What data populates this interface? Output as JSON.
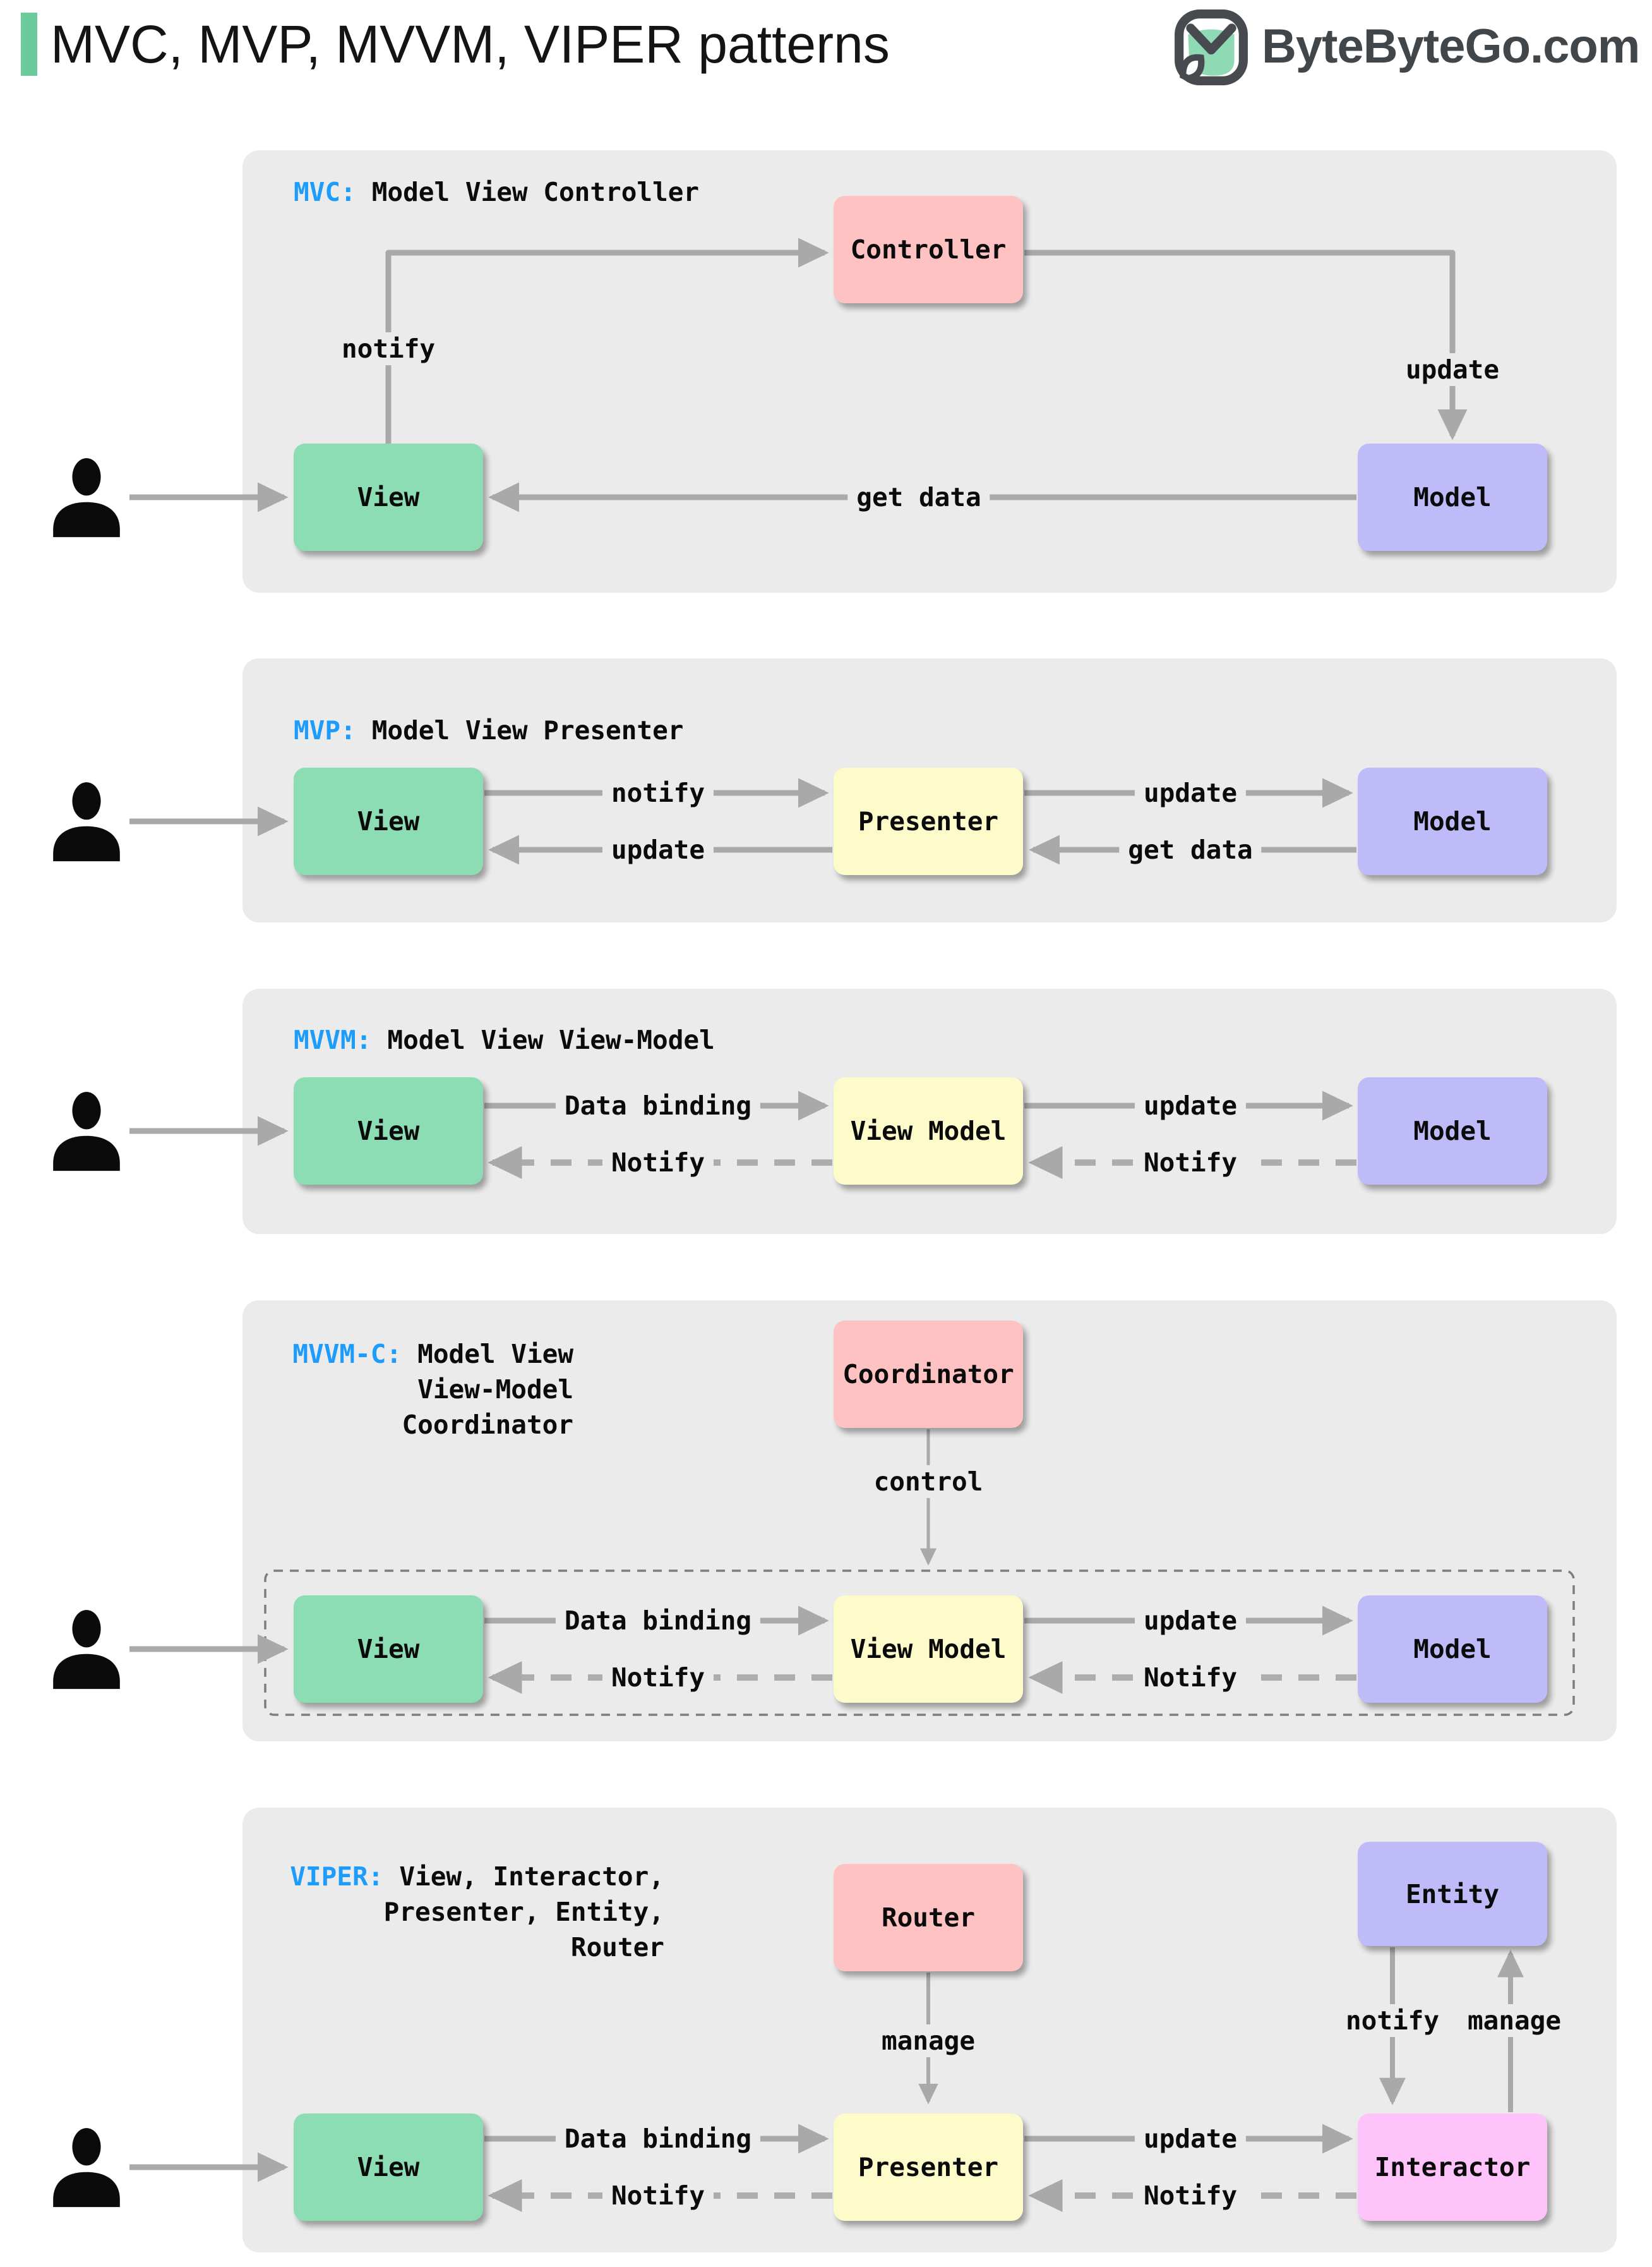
{
  "header": {
    "title": "MVC, MVP, MVVM, VIPER patterns",
    "brand": "ByteByteGo.com"
  },
  "colors": {
    "accent_green": "#6CCB9C",
    "panel_bg": "#EBEBEB",
    "box_green": "#8CDCB4",
    "box_pink": "#FFC2C2",
    "box_purple": "#BFBBF9",
    "box_yellow": "#FCFBC9",
    "box_magenta": "#FEC3F9",
    "arrow_gray": "#A9A9A9",
    "tag_blue": "#1E9CFB",
    "logo_text_gray": "#41464B"
  },
  "sections": {
    "mvc": {
      "tag": "MVC:",
      "subtitle": "Model View Controller",
      "boxes": {
        "controller": "Controller",
        "view": "View",
        "model": "Model"
      },
      "labels": {
        "notify": "notify",
        "update": "update",
        "get_data": "get data"
      }
    },
    "mvp": {
      "tag": "MVP:",
      "subtitle": "Model View Presenter",
      "boxes": {
        "view": "View",
        "presenter": "Presenter",
        "model": "Model"
      },
      "labels": {
        "notify": "notify",
        "update_view": "update",
        "update_model": "update",
        "get_data": "get data"
      }
    },
    "mvvm": {
      "tag": "MVVM:",
      "subtitle": "Model View View-Model",
      "boxes": {
        "view": "View",
        "view_model": "View Model",
        "model": "Model"
      },
      "labels": {
        "data_binding": "Data binding",
        "notify_view": "Notify",
        "update": "update",
        "notify_vm": "Notify"
      }
    },
    "mvvmc": {
      "tag": "MVVM-C:",
      "subtitle_lines": [
        "Model View",
        "View-Model",
        "Coordinator"
      ],
      "boxes": {
        "coordinator": "Coordinator",
        "view": "View",
        "view_model": "View Model",
        "model": "Model"
      },
      "labels": {
        "control": "control",
        "data_binding": "Data binding",
        "notify_view": "Notify",
        "update": "update",
        "notify_vm": "Notify"
      }
    },
    "viper": {
      "tag": "VIPER:",
      "subtitle_lines": [
        "View, Interactor,",
        "Presenter, Entity,",
        "Router"
      ],
      "boxes": {
        "router": "Router",
        "entity": "Entity",
        "view": "View",
        "presenter": "Presenter",
        "interactor": "Interactor"
      },
      "labels": {
        "manage_router": "manage",
        "notify_entity": "notify",
        "manage_entity": "manage",
        "data_binding": "Data binding",
        "notify_view": "Notify",
        "update": "update",
        "notify_presenter": "Notify"
      }
    }
  }
}
